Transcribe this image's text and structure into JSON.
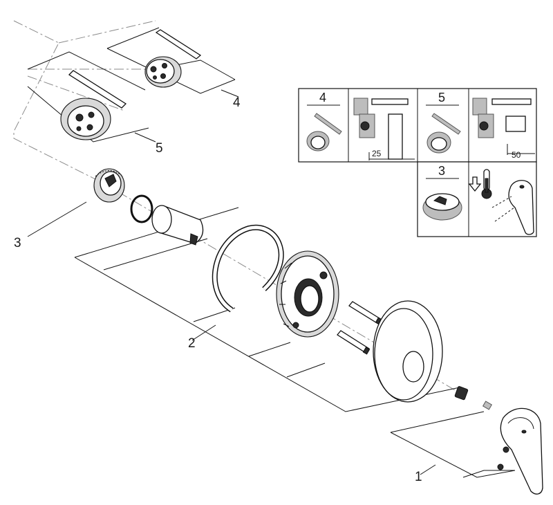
{
  "callouts": {
    "one": "1",
    "two": "2",
    "three": "3",
    "four": "4",
    "five": "5"
  },
  "detail_panel": {
    "cell_4_label": "4",
    "cell_5_label": "5",
    "cell_3_label": "3",
    "dim_25": "25",
    "dim_50": "50"
  }
}
